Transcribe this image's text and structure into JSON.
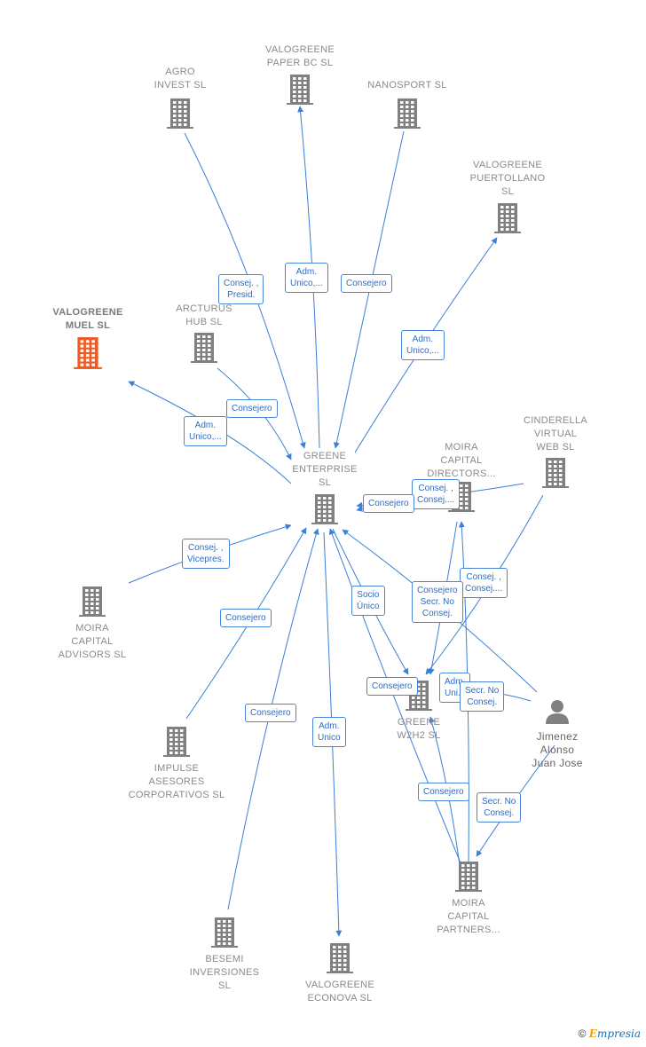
{
  "colors": {
    "edge": "#3a7fd8",
    "company": "#808080",
    "highlight": "#ef5a24",
    "person": "#808080"
  },
  "nodes": {
    "agro_invest": {
      "label": "AGRO\nINVEST SL",
      "icon": "building-icon"
    },
    "valogreene_paper": {
      "label": "VALOGREENE\nPAPER BC  SL",
      "icon": "building-icon"
    },
    "nanosport": {
      "label": "NANOSPORT SL",
      "icon": "building-icon"
    },
    "valogreene_puertollano": {
      "label": "VALOGREENE\nPUERTOLLANO\nSL",
      "icon": "building-icon"
    },
    "valogreene_muel": {
      "label": "VALOGREENE\nMUEL  SL",
      "icon": "building-icon"
    },
    "arcturus_hub": {
      "label": "ARCTURUS\nHUB  SL",
      "icon": "building-icon"
    },
    "greene_enterprise": {
      "label": "GREENE\nENTERPRISE\nSL",
      "icon": "building-icon"
    },
    "moira_capital_directors": {
      "label": "MOIRA\nCAPITAL\nDIRECTORS...",
      "icon": "building-icon"
    },
    "cinderella_virtual": {
      "label": "CINDERELLA\nVIRTUAL\nWEB  SL",
      "icon": "building-icon"
    },
    "moira_capital_advisors": {
      "label": "MOIRA\nCAPITAL\nADVISORS  SL",
      "icon": "building-icon"
    },
    "impulse_asesores": {
      "label": "IMPULSE\nASESORES\nCORPORATIVOS SL",
      "icon": "building-icon"
    },
    "greene_w2h2": {
      "label": "GREENE\nW2H2  SL",
      "icon": "building-icon"
    },
    "jimenez_alonso": {
      "label": "Jimenez\nAlonso\nJuan Jose",
      "icon": "person-icon"
    },
    "moira_capital_partners": {
      "label": "MOIRA\nCAPITAL\nPARTNERS...",
      "icon": "building-icon"
    },
    "besemi_inversiones": {
      "label": "BESEMI\nINVERSIONES\nSL",
      "icon": "building-icon"
    },
    "valogreene_econova": {
      "label": "VALOGREENE\nECONOVA  SL",
      "icon": "building-icon"
    }
  },
  "relations": {
    "consej_presid": "Consej. ,\nPresid.",
    "adm_unico_paper": "Adm.\nUnico,...",
    "consejero_nanosport": "Consejero",
    "adm_unico_puertollano": "Adm.\nUnico,...",
    "consejero_arcturus": "Consejero",
    "adm_unico_muel": "Adm.\nUnico,...",
    "consejero_directors": "Consejero",
    "consej_cinderella": "Consej. ,\nConsej....",
    "consej_vicepres": "Consej. ,\nVicepres.",
    "consejero_impulse": "Consejero",
    "socio_unico": "Socio\nÚnico",
    "consejero_secr": "Consejero\nSecr.  No\nConsej.",
    "consej_cinderella2": "Consej. ,\nConsej....",
    "consejero_besemi": "Consejero",
    "adm_unico_econova": "Adm.\nUnico",
    "consejero_w2h2": "Consejero",
    "adm_unico_w2h2": "Adm.\nUni...",
    "secr_no_consej_person": "Secr.  No\nConsej.",
    "consejero_partners": "Consejero",
    "secr_no_consej_partners": "Secr.  No\nConsej."
  },
  "footer": {
    "copyright": "©",
    "brand_first": "E",
    "brand_rest": "mpresia"
  }
}
